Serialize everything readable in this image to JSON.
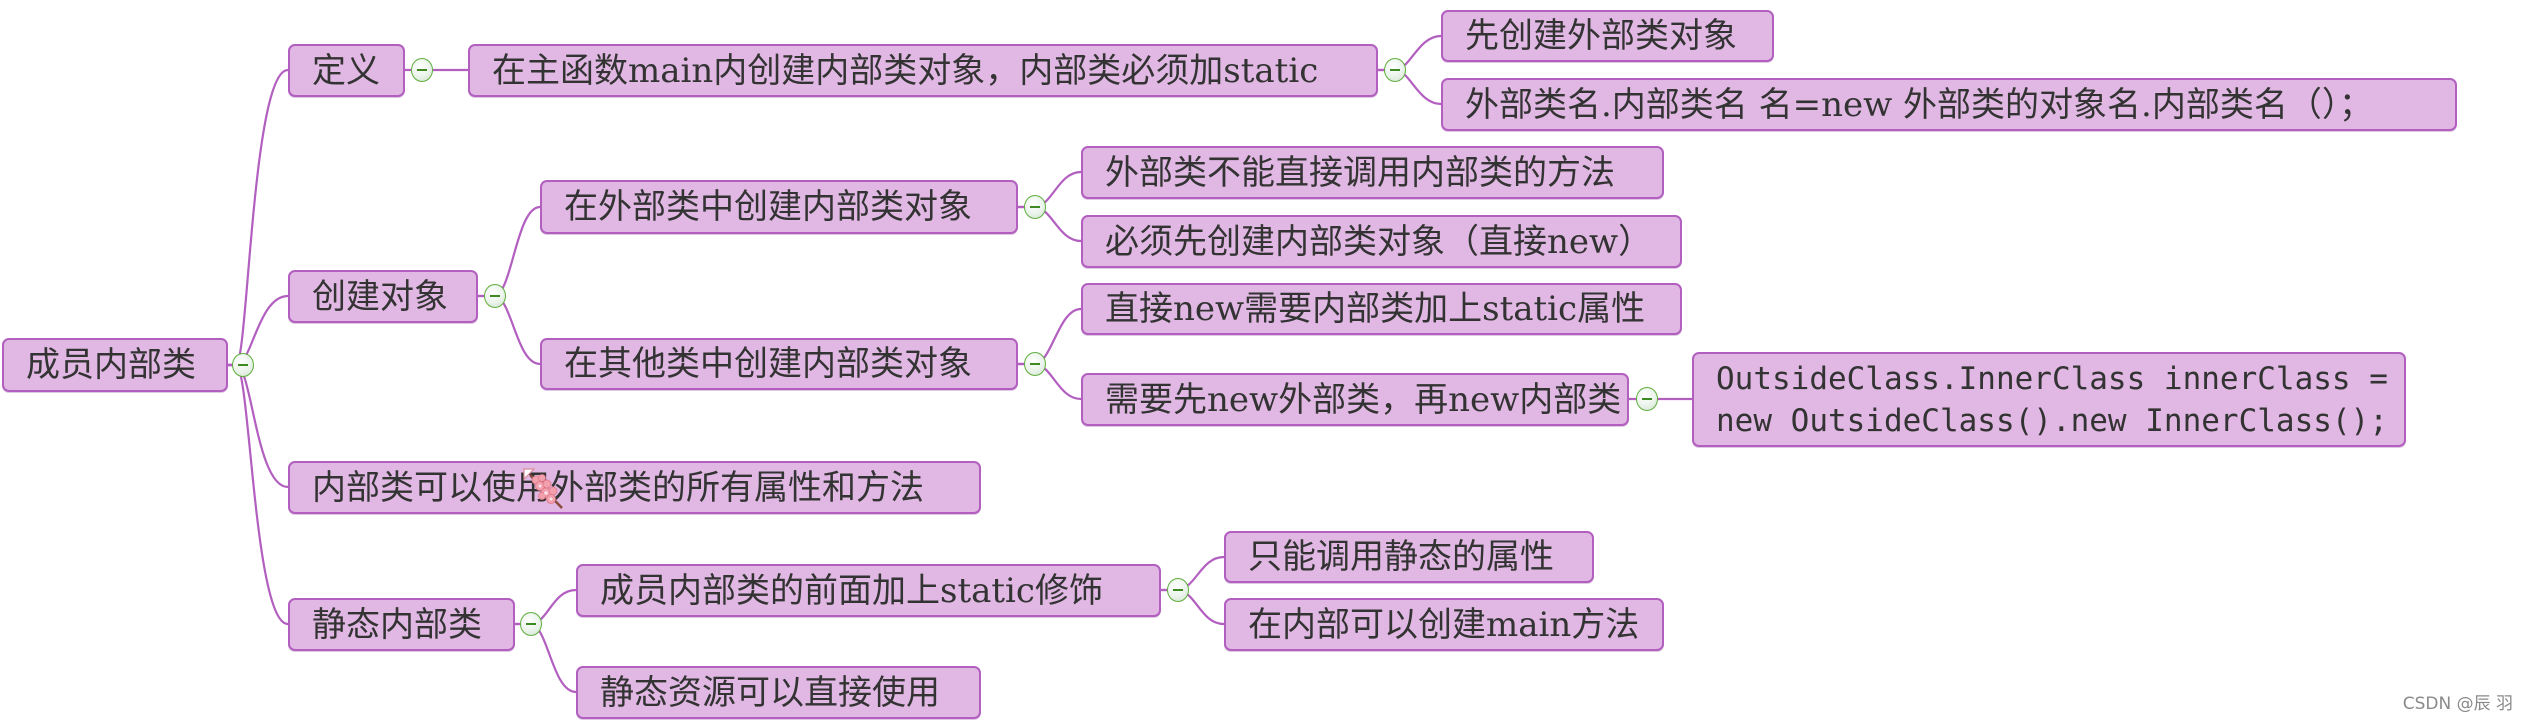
{
  "mindmap": {
    "root": "成员内部类",
    "branches": {
      "definition": {
        "label": "定义",
        "child": "在主函数main内创建内部类对象，内部类必须加static",
        "grandchildren": [
          "先创建外部类对象",
          "外部类名.内部类名 名=new 外部类的对象名.内部类名（）；"
        ]
      },
      "create_object": {
        "label": "创建对象",
        "in_outer": {
          "label": "在外部类中创建内部类对象",
          "children": [
            "外部类不能直接调用内部类的方法",
            "必须先创建内部类对象（直接new）"
          ]
        },
        "in_other": {
          "label": "在其他类中创建内部类对象",
          "children": [
            "直接new需要内部类加上static属性",
            "需要先new外部类，再new内部类"
          ],
          "code_lines": [
            "OutsideClass.InnerClass innerClass =",
            "new OutsideClass().new InnerClass();"
          ]
        }
      },
      "access": {
        "label": "内部类可以使用外部类的所有属性和方法"
      },
      "static_inner": {
        "label": "静态内部类",
        "modifier": {
          "label": "成员内部类的前面加上static修饰",
          "children": [
            "只能调用静态的属性",
            "在内部可以创建main方法"
          ]
        },
        "resources": "静态资源可以直接使用"
      }
    }
  },
  "colors": {
    "node_fill": "#e0b8e3",
    "node_border": "#b25fc0",
    "link": "#b25fc0",
    "collapse_border": "#5fae3c"
  },
  "icons": {
    "collapse": "minus-circle-icon",
    "decoration": "cherry-blossom-icon"
  },
  "watermark": "CSDN @辰 羽"
}
